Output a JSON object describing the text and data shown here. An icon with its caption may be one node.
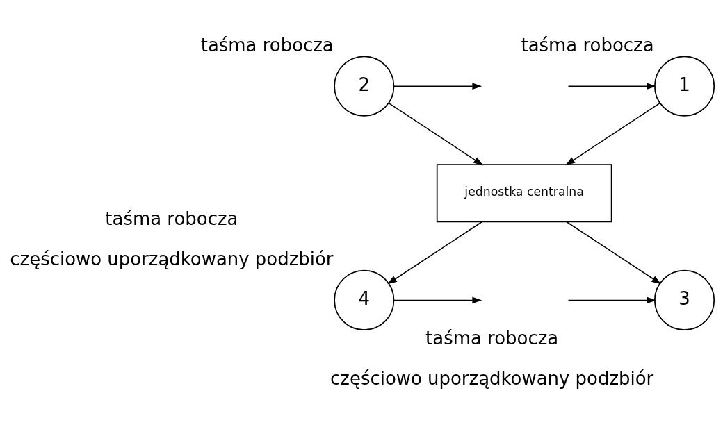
{
  "diagram": {
    "nodes": [
      {
        "text": [
          "1"
        ],
        "beside": [
          "taśma robocza"
        ]
      },
      {
        "text": [
          "2"
        ],
        "beside": [
          "taśma robocza"
        ]
      },
      {
        "text": [
          "jednostka centralna"
        ]
      },
      {
        "text": [
          "3"
        ],
        "beside": [
          "taśma robocza",
          "częściowo uporządkowany podzbiór"
        ]
      },
      {
        "text": [
          "4"
        ],
        "beside": [
          "taśma robocza",
          "częściowo uporządkowany podzbiór"
        ]
      }
    ],
    "edges": [
      {
        "from": null,
        "to": 0,
        "arrow": "to"
      },
      {
        "from": 1,
        "to": null,
        "arrow": "to"
      },
      {
        "from": 0,
        "to": 2,
        "arrow": "to"
      },
      {
        "from": 1,
        "to": 2,
        "arrow": "to"
      },
      {
        "from": 2,
        "to": 3,
        "arrow": "to"
      },
      {
        "from": 2,
        "to": 4,
        "arrow": "to"
      },
      {
        "from": null,
        "to": 3,
        "arrow": "to"
      },
      {
        "from": 4,
        "to": null,
        "arrow": "to"
      }
    ]
  }
}
